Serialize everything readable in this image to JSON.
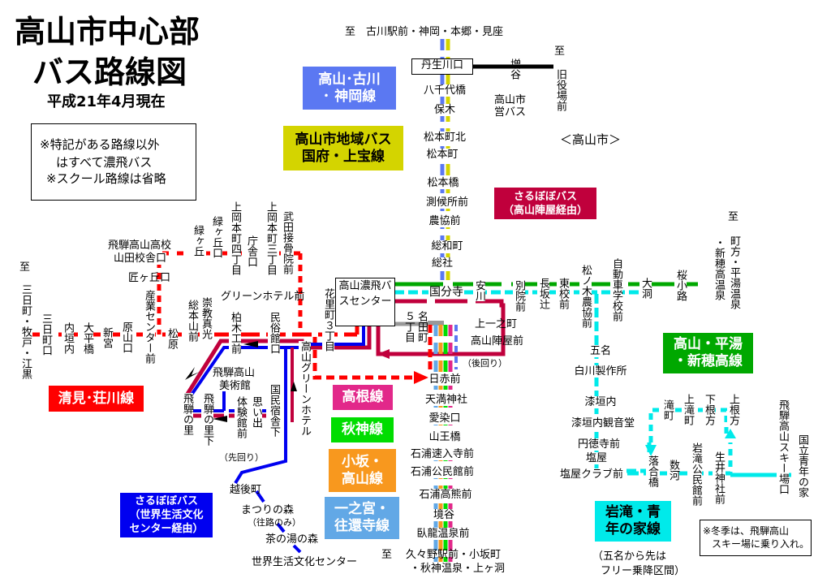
{
  "header": {
    "title1": "高山市中心部",
    "title2": "バス路線図",
    "date": "平成21年4月現在"
  },
  "note": [
    "※特記がある路線以外",
    "はすべて濃飛バス",
    "※スクール路線は省略"
  ],
  "winter_note": [
    "※冬季は、飛騨高山",
    "スキー場に乗り入れ。"
  ],
  "region": "＜高山市＞",
  "routes": {
    "furukawa": {
      "l1": "高山･古川",
      "l2": "･ 神岡線",
      "color": "#5b78f2"
    },
    "kokufu": {
      "l1": "高山市地域バス",
      "l2": "国府・上宝線",
      "color": "#d4d400"
    },
    "sarubobo_jinya": {
      "l1": "さるぼぼバス",
      "l2": "（高山陣屋経由）",
      "color": "#c0003c"
    },
    "hirayu": {
      "l1": "高山・平湯",
      "l2": "・新穂高線",
      "color": "#00a800"
    },
    "kiyomi": {
      "l1": "清見･荘川線",
      "color": "#ff0000"
    },
    "takane": {
      "l1": "高根線",
      "color": "#e2288a"
    },
    "akigami": {
      "l1": "秋神線",
      "color": "#00dd00"
    },
    "osaka": {
      "l1": "小坂・",
      "l2": "高山線",
      "color": "#f8981e"
    },
    "ichinomiya": {
      "l1": "一之宮・",
      "l2": "往還寺線",
      "color": "#62a8e6"
    },
    "sarubobo_sekai": {
      "l1": "さるぼぼバス",
      "l2": "（世界生活文化",
      "l3": "センター経由）",
      "color": "#0000f0"
    },
    "iwataki": {
      "l1": "岩滝・青",
      "l2": "年の家線",
      "color": "#00eaea"
    },
    "city_bus": {
      "l1": "高山市",
      "l2": "営バス"
    }
  },
  "stops": {
    "to_north": "至　古川駅前・神岡・本郷・見座",
    "nyukawa": "丹生川口",
    "masutani": "増谷",
    "to_ne": "至",
    "kyu_yakuba": "旧役場前",
    "yachiyo": "八千代橋",
    "hoki": "保木",
    "matsumoto_kita": "松本町北",
    "matsumoto": "松本町",
    "matsumotobashi": "松本橋",
    "sokkou": "測候所前",
    "noukyo": "農協前",
    "sowa": "総和町",
    "souja": "総社",
    "kokubunji": "国分寺",
    "yasukawa": "安川",
    "betsuin": "別院前",
    "nagasaka": "長坂辻",
    "higashi": "東校前",
    "matsunoki": "松ノ木農協前",
    "jidosha": "自動車学校前",
    "oboragi": "大洞",
    "sakura": "桜小路",
    "to_east": "至",
    "hirayu_onsen": "町方・平湯温泉",
    "shinhotaka": "・新穂高温泉",
    "kamiichi": "上一之町",
    "jinya": "高山陣屋前",
    "atomawari": "（後回り）",
    "go_chome": "５丁目",
    "nada": "名田町",
    "bus_center": "高山濃飛バスセンター",
    "nisseki": "日赤前",
    "tenman": "天満神社",
    "aisen": "愛染口",
    "sanno": "山王橋",
    "hayairi": "石浦速入寺前",
    "ishiura_kominkan": "石浦公民館前",
    "takaguma": "石浦高熊前",
    "sakaidani": "境谷",
    "garyu": "臥龍温泉前",
    "to_south": "至",
    "kuguno": "久々野駅前・小坂町",
    "akigami_onsen": "・秋神温泉・上ヶ洞",
    "gomyo": "五名",
    "shirakawa": "白川製作所",
    "urushi": "漆垣内",
    "urushi_kannon": "漆垣内観音堂",
    "entokuji": "円徳寺前",
    "shioya": "塩屋",
    "shioya_club": "塩屋クラブ前",
    "ochiai": "落合橋",
    "sugo": "数河",
    "iwataki_kominkan": "岩滝公民館前",
    "namai": "生井神社前",
    "takimachi": "滝町",
    "kamitaki": "上滝町",
    "shimonekata": "下根方",
    "kaminekata": "上根方",
    "ski": "飛騨高山スキー場口",
    "seinen": "国立青年の家",
    "free": "（五名から先は",
    "free2": "フリー乗降区間）",
    "to_west": "至",
    "mikkamachi": "三日町・牧戸・江黒",
    "mikka_guchi": "三日町口",
    "uchigaito": "内垣内",
    "ohira": "大平橋",
    "shingu": "新宮",
    "harayama": "原山口",
    "sangyo": "産業センター前",
    "takumi": "匠ヶ丘口",
    "hida_koko": "飛騨高山高校",
    "yamada": "山田校舎口",
    "matsubara": "松原",
    "sohonzan": "総本山前",
    "sukyo": "崇教真光",
    "midorigaoka": "緑ヶ丘",
    "midori_guchi": "緑ヶ丘口",
    "kamiokamoto4": "上岡本町四丁目",
    "chosha": "庁舎口",
    "kamiokamoto3": "上岡本町三丁目",
    "takeda": "武田接骨院前",
    "green_mae": "グリーンホテル前",
    "kashiwa": "柏木工前",
    "minzoku": "民俗館口",
    "hanasato": "花里町３丁目",
    "takayama_green": "高山グリーンホテル",
    "hida_sato": "飛騨の里",
    "hida_sato_shita": "飛騨の里下",
    "bijutsukan1": "飛騨高山",
    "bijutsukan2": "美術館",
    "taiken": "体験館前",
    "omoide": "思い出",
    "kokumin": "国民宿舎下",
    "sakimawari": "（先回り）",
    "echigo": "越後町",
    "matsuri": "まつりの森",
    "ouro": "（往路のみ）",
    "chanoyu": "茶の湯の森",
    "sekai": "世界生活文化センター"
  }
}
